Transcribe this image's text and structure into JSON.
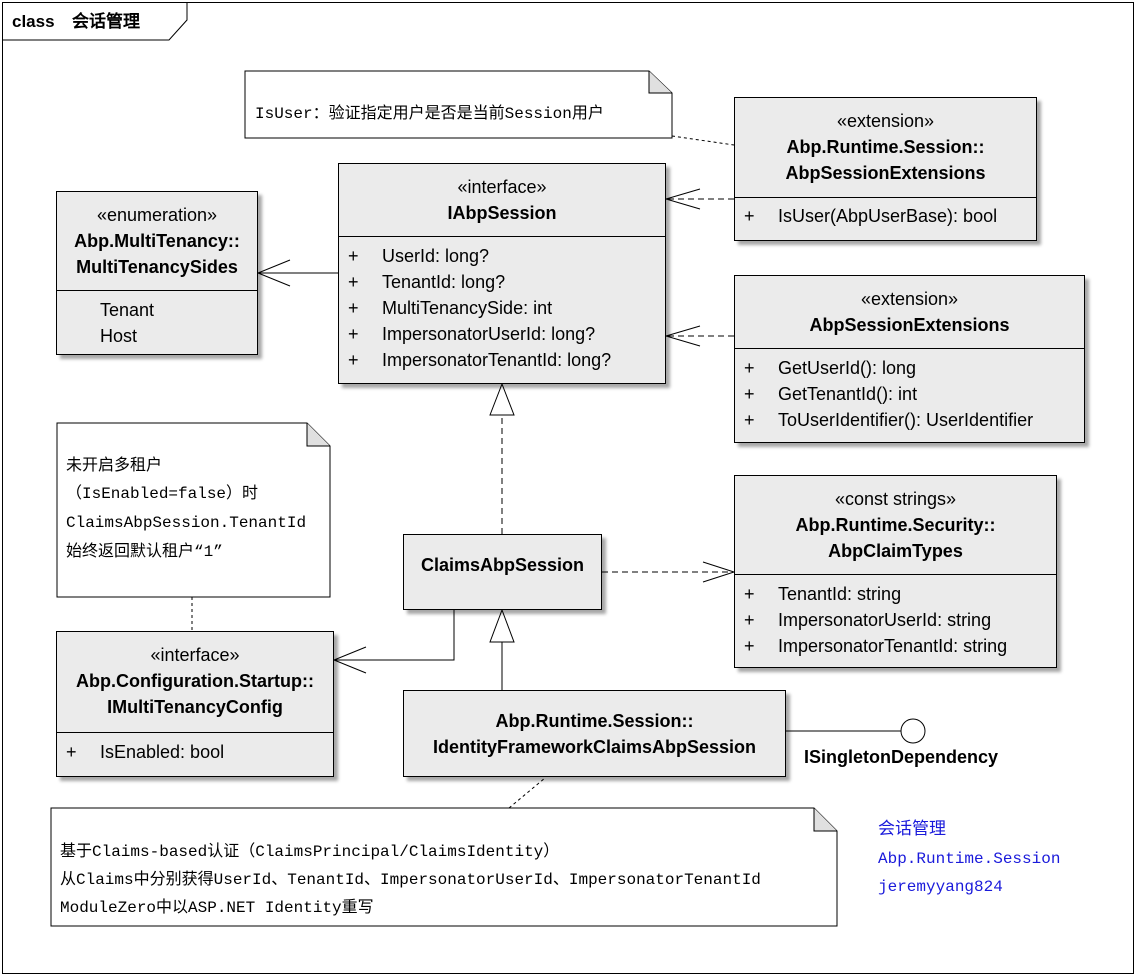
{
  "frame": {
    "keyword": "class",
    "title": "会话管理"
  },
  "notes": {
    "is_user": "IsUser：验证指定用户是否是当前Session用户",
    "multitenancy": [
      "未开启多租户",
      "（IsEnabled=false）时",
      "ClaimsAbpSession.TenantId",
      "始终返回默认租户“1”"
    ],
    "claims": [
      "基于Claims-based认证（ClaimsPrincipal/ClaimsIdentity）",
      "从Claims中分别获得UserId、TenantId、ImpersonatorUserId、ImpersonatorTenantId",
      "ModuleZero中以ASP.NET Identity重写"
    ]
  },
  "classes": {
    "session_ext_ns": {
      "stereotype": "«extension»",
      "name": [
        "Abp.Runtime.Session::",
        "AbpSessionExtensions"
      ],
      "members": [
        {
          "vis": "+",
          "text": "IsUser(AbpUserBase): bool"
        }
      ]
    },
    "iabpsession": {
      "stereotype": "«interface»",
      "name": [
        "IAbpSession"
      ],
      "members": [
        {
          "vis": "+",
          "text": "UserId: long?"
        },
        {
          "vis": "+",
          "text": "TenantId: long?"
        },
        {
          "vis": "+",
          "text": "MultiTenancySide: int"
        },
        {
          "vis": "+",
          "text": "ImpersonatorUserId: long?"
        },
        {
          "vis": "+",
          "text": "ImpersonatorTenantId: long?"
        }
      ]
    },
    "multitenancysides": {
      "stereotype": "«enumeration»",
      "name": [
        "Abp.MultiTenancy::",
        "MultiTenancySides"
      ],
      "members": [
        {
          "vis": "",
          "text": "Tenant"
        },
        {
          "vis": "",
          "text": "Host"
        }
      ]
    },
    "session_ext": {
      "stereotype": "«extension»",
      "name": [
        "AbpSessionExtensions"
      ],
      "members": [
        {
          "vis": "+",
          "text": "GetUserId(): long"
        },
        {
          "vis": "+",
          "text": "GetTenantId(): int"
        },
        {
          "vis": "+",
          "text": "ToUserIdentifier(): UserIdentifier"
        }
      ]
    },
    "claimtypes": {
      "stereotype": "«const strings»",
      "name": [
        "Abp.Runtime.Security::",
        "AbpClaimTypes"
      ],
      "members": [
        {
          "vis": "+",
          "text": "TenantId: string"
        },
        {
          "vis": "+",
          "text": "ImpersonatorUserId: string"
        },
        {
          "vis": "+",
          "text": "ImpersonatorTenantId: string"
        }
      ]
    },
    "claimsabpsession": {
      "name": [
        "ClaimsAbpSession"
      ]
    },
    "multitenancyconfig": {
      "stereotype": "«interface»",
      "name": [
        "Abp.Configuration.Startup::",
        "IMultiTenancyConfig"
      ],
      "members": [
        {
          "vis": "+",
          "text": "IsEnabled: bool"
        }
      ]
    },
    "identityframework": {
      "name": [
        "Abp.Runtime.Session::",
        "IdentityFrameworkClaimsAbpSession"
      ]
    }
  },
  "interface_lollipop": {
    "name": "ISingletonDependency"
  },
  "caption": {
    "lines": [
      "会话管理",
      "Abp.Runtime.Session",
      "jeremyyang824"
    ],
    "color": "#1a1adb"
  },
  "colors": {
    "box_fill": "#ebebeb",
    "line": "#000000",
    "note_fill": "#ffffff",
    "shadow": "#a0a0a0"
  }
}
